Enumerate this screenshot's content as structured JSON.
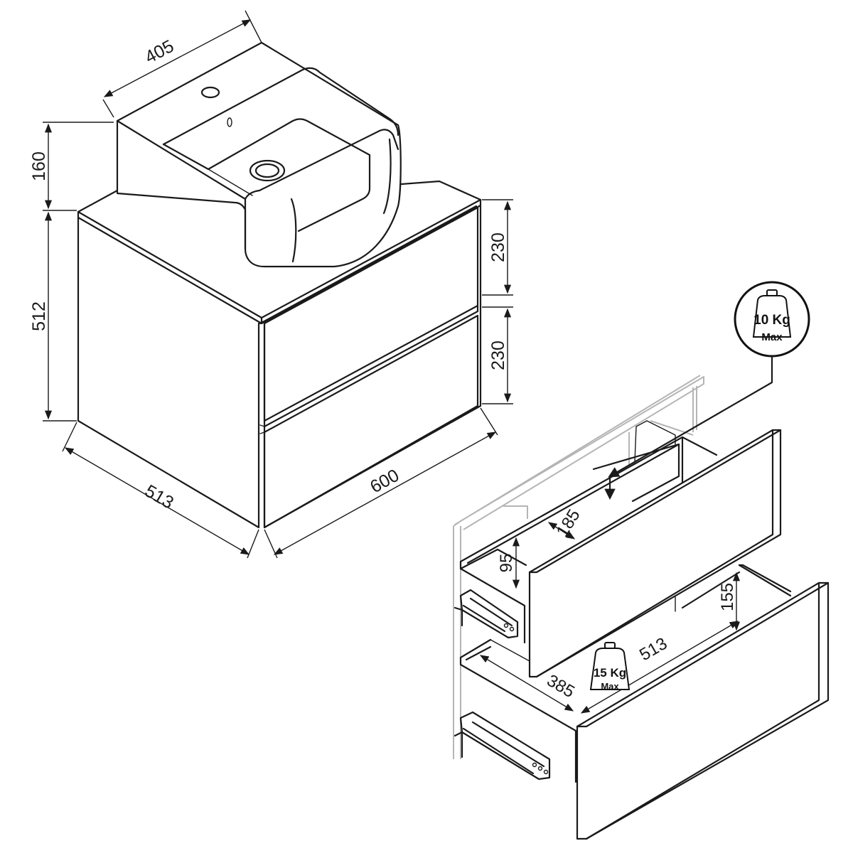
{
  "colors": {
    "line": "#1a1a1a",
    "ghost": "#b5b5b5",
    "background": "#ffffff"
  },
  "dimensions": {
    "basin_depth": "405",
    "basin_height": "160",
    "cabinet_height": "512",
    "cabinet_depth": "513",
    "cabinet_width": "600",
    "drawer_front_upper": "230",
    "drawer_front_lower": "230"
  },
  "drawer_detail": {
    "upper_inner_depth": "185",
    "upper_inner_height": "95",
    "lower_inner_height": "155",
    "lower_inner_depth": "513",
    "lower_inner_width": "385"
  },
  "load_badges": {
    "upper": {
      "weight": "10 Kg",
      "label": "Max",
      "icon": "weight-icon"
    },
    "lower": {
      "weight": "15 Kg",
      "label": "Max",
      "icon": "weight-icon"
    }
  }
}
